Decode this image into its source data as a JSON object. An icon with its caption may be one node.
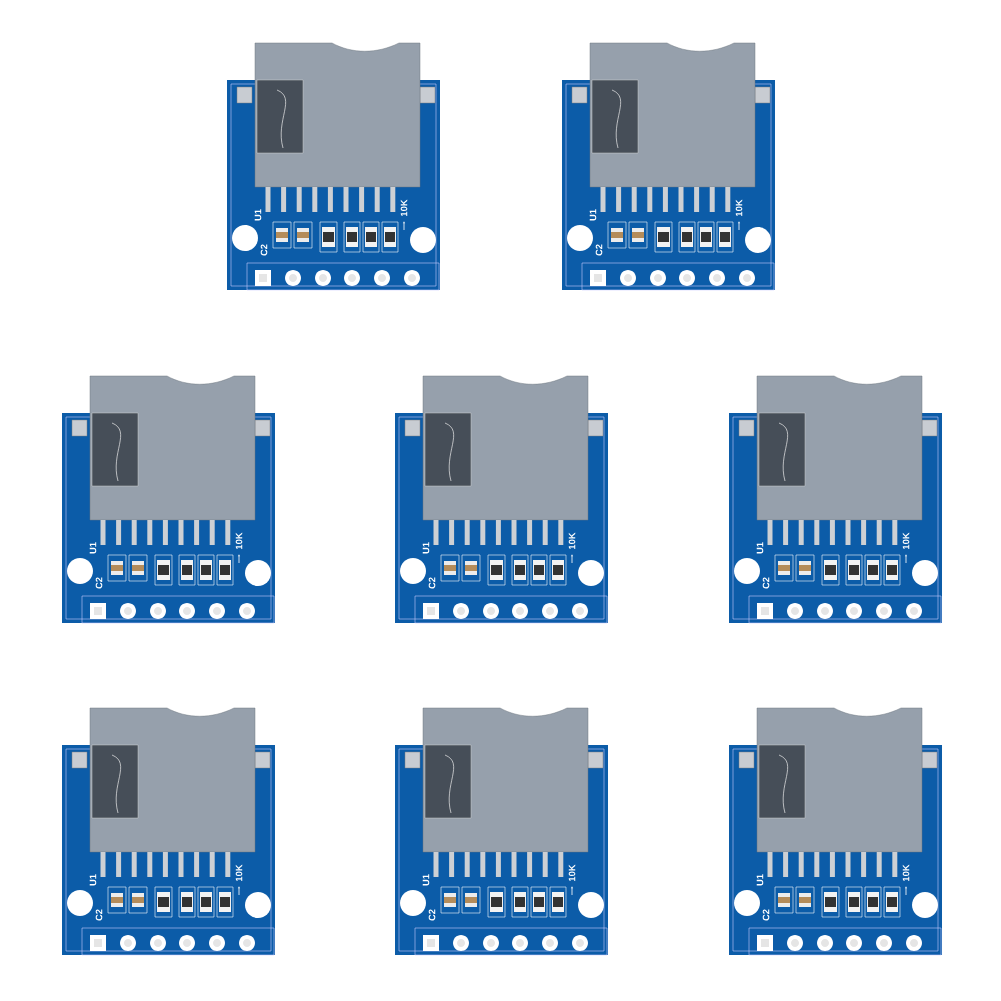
{
  "diagram": {
    "labels": [
      "U1",
      "10K",
      "C2",
      "U1",
      "10K",
      "C2",
      "U1",
      "10K",
      "C2",
      "U1",
      "10K",
      "C2",
      "U1",
      "10K",
      "C2",
      "U1",
      "10K",
      "C2",
      "U1",
      "10K",
      "C2",
      "U1",
      "10K",
      "C2"
    ]
  }
}
